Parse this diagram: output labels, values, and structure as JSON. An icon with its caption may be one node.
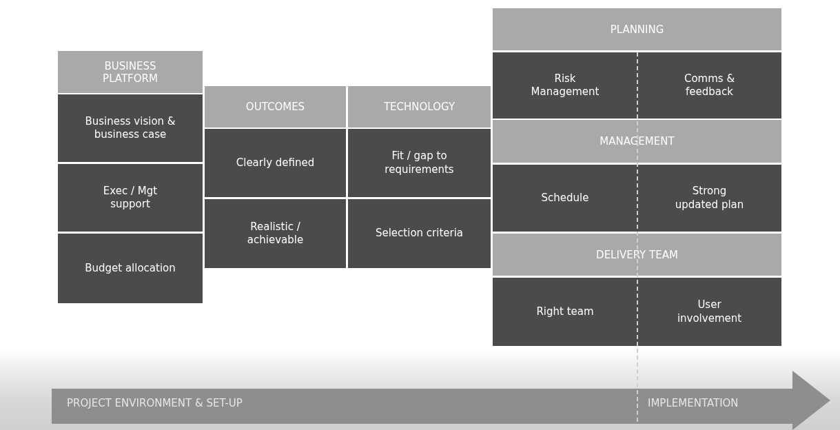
{
  "diagram": {
    "nodes": [
      {
        "text": [
          "BUSINESS PLATFORM"
        ]
      },
      {
        "text": [
          "Business vision & business case"
        ]
      },
      {
        "text": [
          "Exec / Mgt support"
        ]
      },
      {
        "text": [
          "Budget allocation"
        ]
      },
      {
        "text": [
          "OUTCOMES"
        ]
      },
      {
        "text": [
          "Clearly defined"
        ]
      },
      {
        "text": [
          "Realistic / achievable"
        ]
      },
      {
        "text": [
          "TECHNOLOGY"
        ]
      },
      {
        "text": [
          "Fit / gap to requirements"
        ]
      },
      {
        "text": [
          "Selection criteria"
        ]
      },
      {
        "text": [
          "PLANNING"
        ]
      },
      {
        "text": [
          "Risk Management"
        ]
      },
      {
        "text": [
          "Comms & feedback"
        ]
      },
      {
        "text": [
          "MANAGEMENT"
        ]
      },
      {
        "text": [
          "Schedule"
        ]
      },
      {
        "text": [
          "Strong updated plan"
        ]
      },
      {
        "text": [
          "DELIVERY TEAM"
        ]
      },
      {
        "text": [
          "Right team"
        ]
      },
      {
        "text": [
          "User involvement"
        ]
      },
      {
        "text": [
          "PROJECT ENVIRONMENT & SET-UP",
          "IMPLEMENTATION"
        ]
      }
    ]
  }
}
